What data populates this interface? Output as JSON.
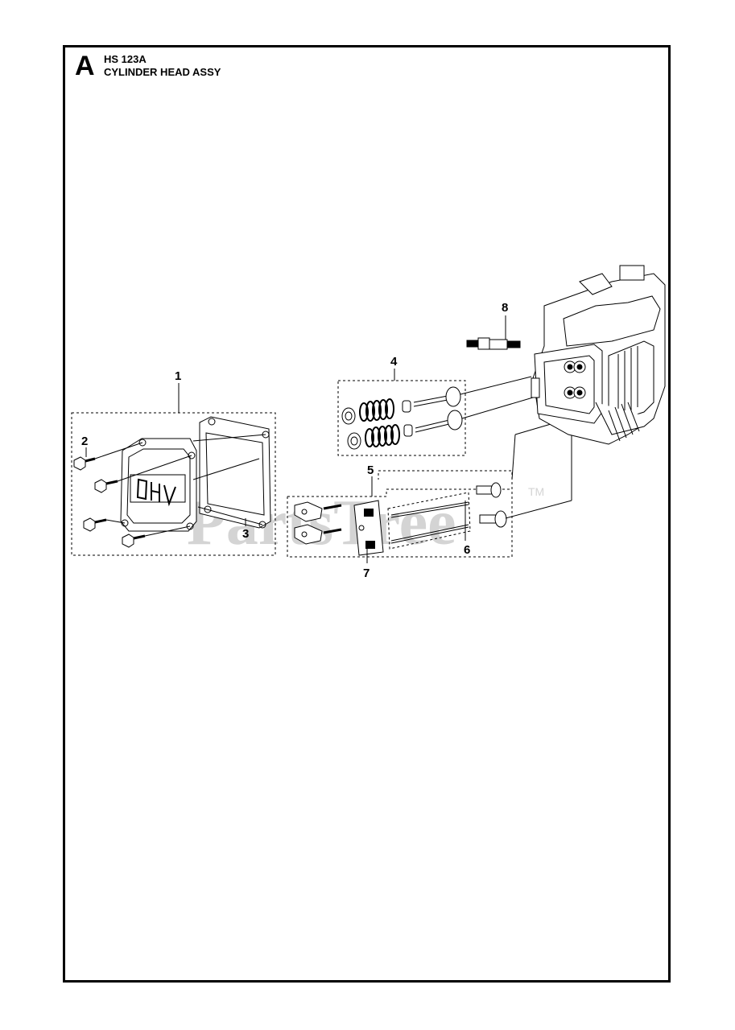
{
  "header": {
    "section_letter": "A",
    "model": "HS 123A",
    "title": "CYLINDER HEAD ASSY"
  },
  "callouts": [
    "1",
    "2",
    "3",
    "4",
    "5",
    "6",
    "7",
    "8"
  ],
  "watermark": {
    "text": "PartsTree",
    "trademark": "TM"
  },
  "colors": {
    "line": "#000000",
    "watermark": "#d4d4d4",
    "background": "#ffffff"
  }
}
